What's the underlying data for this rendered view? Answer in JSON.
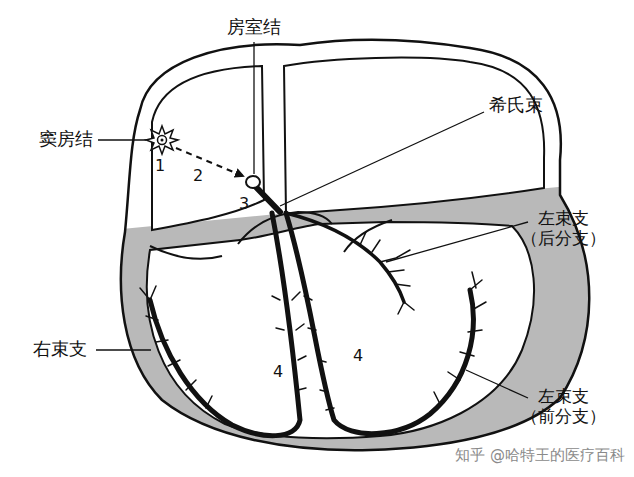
{
  "diagram": {
    "labels": [
      "房室结",
      "窦房结",
      "1",
      "2",
      "希氏束",
      "3",
      "左束支 （后分支）",
      "右束支",
      "4",
      "4",
      "左束支 （前分支）",
      "知乎 @哈特王的医疗百科"
    ]
  }
}
